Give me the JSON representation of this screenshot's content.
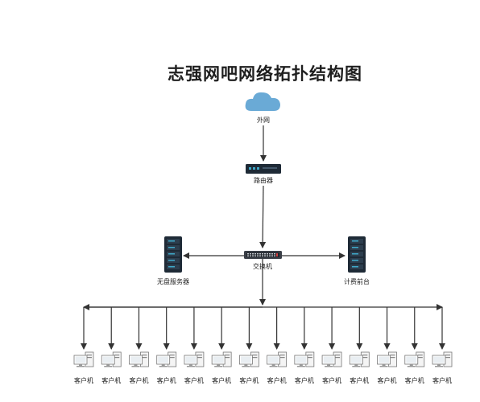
{
  "title": "志强网吧网络拓扑结构图",
  "nodes": {
    "cloud": "外网",
    "router": "路由器",
    "switch": "交换机",
    "server": "无盘服务器",
    "billing": "计费前台",
    "client": "客户机"
  },
  "client_count": 14,
  "colors": {
    "cloud": "#6aaad6",
    "line": "#333333",
    "device_dark": "#1e2a36",
    "device_accent": "#3fa9c9"
  }
}
